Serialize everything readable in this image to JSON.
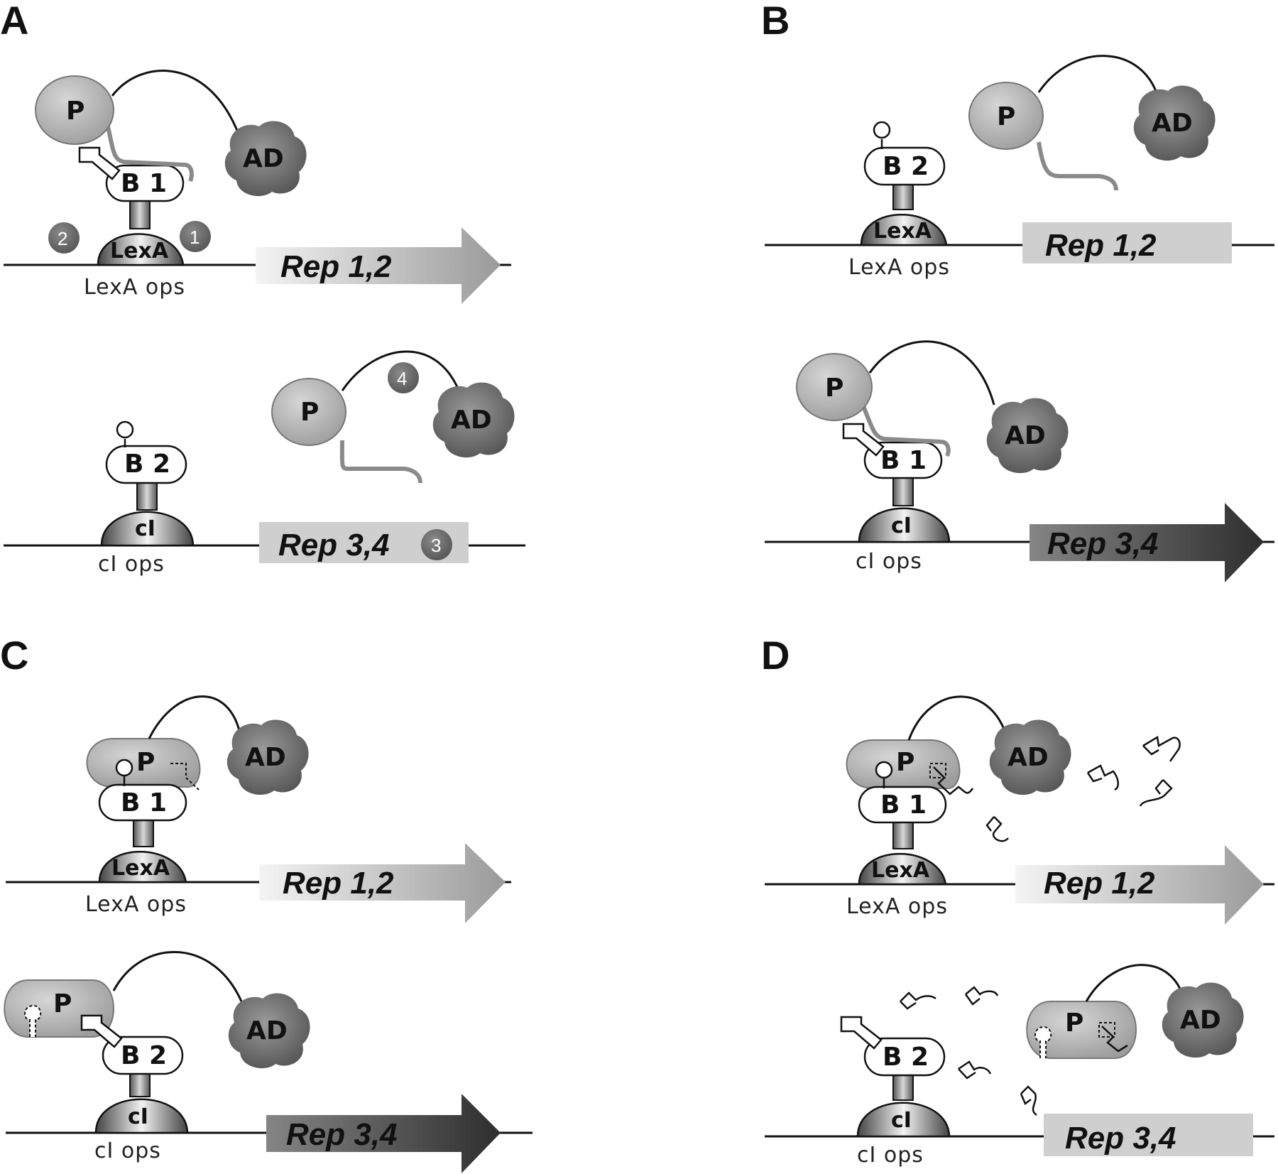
{
  "panels": {
    "A": {
      "letter": "A"
    },
    "B": {
      "letter": "B"
    },
    "C": {
      "letter": "C"
    },
    "D": {
      "letter": "D"
    }
  },
  "labels": {
    "P": "P",
    "AD": "AD",
    "B1": "B 1",
    "B2": "B 2",
    "LexA": "LexA",
    "cI": "cI",
    "lexa_ops": "LexA ops",
    "ci_ops": "cI ops",
    "rep12": "Rep 1,2",
    "rep34": "Rep 3,4"
  },
  "callouts": {
    "one": "1",
    "two": "2",
    "three": "3",
    "four": "4"
  },
  "colors": {
    "line": "#111111",
    "protein_gray": "#b9b9b9",
    "ad_gray": "#6f6f6f",
    "callout_gray": "#6b6b6b",
    "arrow_light_start": "#f2f2f2",
    "arrow_light_end": "#9a9a9a",
    "arrow_dark_start": "#7a7a7a",
    "arrow_dark_end": "#333333",
    "box_gray": "#cfcfcf"
  }
}
